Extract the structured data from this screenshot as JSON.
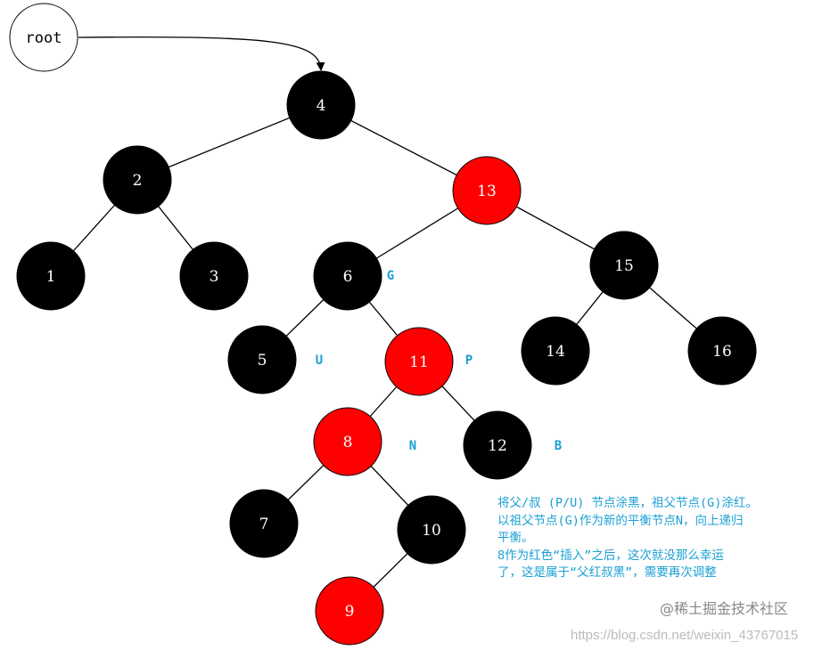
{
  "root_label": "root",
  "nodes": [
    {
      "id": "n4",
      "label": "4",
      "color": "black"
    },
    {
      "id": "n2",
      "label": "2",
      "color": "black"
    },
    {
      "id": "n13",
      "label": "13",
      "color": "red"
    },
    {
      "id": "n1",
      "label": "1",
      "color": "black"
    },
    {
      "id": "n3",
      "label": "3",
      "color": "black"
    },
    {
      "id": "n6",
      "label": "6",
      "color": "black"
    },
    {
      "id": "n15",
      "label": "15",
      "color": "black"
    },
    {
      "id": "n5",
      "label": "5",
      "color": "black"
    },
    {
      "id": "n11",
      "label": "11",
      "color": "red"
    },
    {
      "id": "n14",
      "label": "14",
      "color": "black"
    },
    {
      "id": "n16",
      "label": "16",
      "color": "black"
    },
    {
      "id": "n8",
      "label": "8",
      "color": "red"
    },
    {
      "id": "n12",
      "label": "12",
      "color": "black"
    },
    {
      "id": "n7",
      "label": "7",
      "color": "black"
    },
    {
      "id": "n10",
      "label": "10",
      "color": "black"
    },
    {
      "id": "n9",
      "label": "9",
      "color": "red"
    }
  ],
  "edges": [
    [
      "n4",
      "n2"
    ],
    [
      "n4",
      "n13"
    ],
    [
      "n2",
      "n1"
    ],
    [
      "n2",
      "n3"
    ],
    [
      "n13",
      "n6"
    ],
    [
      "n13",
      "n15"
    ],
    [
      "n6",
      "n5"
    ],
    [
      "n6",
      "n11"
    ],
    [
      "n15",
      "n14"
    ],
    [
      "n15",
      "n16"
    ],
    [
      "n11",
      "n8"
    ],
    [
      "n11",
      "n12"
    ],
    [
      "n8",
      "n7"
    ],
    [
      "n8",
      "n10"
    ],
    [
      "n10",
      "n9"
    ]
  ],
  "role_labels": [
    {
      "id": "G",
      "text": "G"
    },
    {
      "id": "U",
      "text": "U"
    },
    {
      "id": "P",
      "text": "P"
    },
    {
      "id": "N",
      "text": "N"
    },
    {
      "id": "B",
      "text": "B"
    }
  ],
  "colors": {
    "red": "#ff0000",
    "black": "#000000",
    "annotation": "#1a9fd3"
  },
  "note": "将父/叔 (P/U) 节点涂黑，祖父节点(G)涂红。\n以祖父节点(G)作为新的平衡节点N，向上递归\n平衡。\n8作为红色“插入”之后，这次就没那么幸运\n了，这是属于“父红叔黑”，需要再次调整",
  "watermark": {
    "line1": "@稀土掘金技术社区",
    "line2": "https://blog.csdn.net/weixin_43767015"
  }
}
